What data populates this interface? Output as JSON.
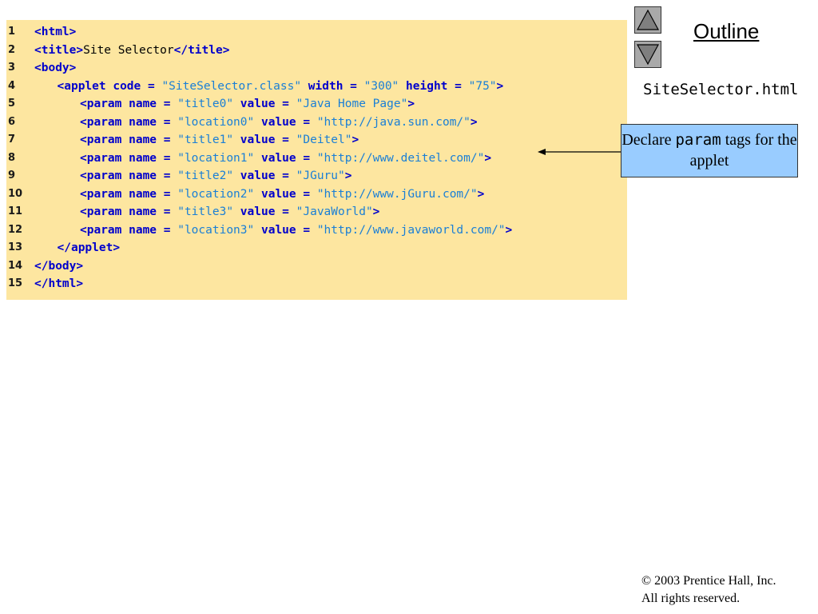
{
  "outline": {
    "title": "Outline",
    "up_icon": "triangle-up-icon",
    "down_icon": "triangle-down-icon"
  },
  "file_name": "SiteSelector.html",
  "callout": {
    "text_before": "Declare ",
    "code": "param",
    "text_after": " tags for the applet"
  },
  "copyright": {
    "line1": "© 2003 Prentice Hall, Inc.",
    "line2": "All rights reserved."
  },
  "code_lines": [
    {
      "num": "1",
      "indent": 0,
      "tokens": [
        {
          "t": "kw",
          "v": "<html>"
        }
      ]
    },
    {
      "num": "2",
      "indent": 0,
      "tokens": [
        {
          "t": "kw",
          "v": "<title>"
        },
        {
          "t": "plain",
          "v": "Site Selector"
        },
        {
          "t": "kw",
          "v": "</title>"
        }
      ]
    },
    {
      "num": "3",
      "indent": 0,
      "tokens": [
        {
          "t": "kw",
          "v": "<body>"
        }
      ]
    },
    {
      "num": "4",
      "indent": 1,
      "tokens": [
        {
          "t": "kw",
          "v": "<applet code = "
        },
        {
          "t": "str",
          "v": "\"SiteSelector.class\""
        },
        {
          "t": "kw",
          "v": " width = "
        },
        {
          "t": "str",
          "v": "\"300\""
        },
        {
          "t": "kw",
          "v": " height = "
        },
        {
          "t": "str",
          "v": "\"75\""
        },
        {
          "t": "kw",
          "v": ">"
        }
      ]
    },
    {
      "num": "5",
      "indent": 2,
      "tokens": [
        {
          "t": "kw",
          "v": "<param name = "
        },
        {
          "t": "str",
          "v": "\"title0\""
        },
        {
          "t": "kw",
          "v": " value = "
        },
        {
          "t": "str",
          "v": "\"Java Home Page\""
        },
        {
          "t": "kw",
          "v": ">"
        }
      ]
    },
    {
      "num": "6",
      "indent": 2,
      "tokens": [
        {
          "t": "kw",
          "v": "<param name = "
        },
        {
          "t": "str",
          "v": "\"location0\""
        },
        {
          "t": "kw",
          "v": " value = "
        },
        {
          "t": "str",
          "v": "\"http://java.sun.com/\""
        },
        {
          "t": "kw",
          "v": ">"
        }
      ]
    },
    {
      "num": "7",
      "indent": 2,
      "tokens": [
        {
          "t": "kw",
          "v": "<param name = "
        },
        {
          "t": "str",
          "v": "\"title1\""
        },
        {
          "t": "kw",
          "v": " value = "
        },
        {
          "t": "str",
          "v": "\"Deitel\""
        },
        {
          "t": "kw",
          "v": ">"
        }
      ]
    },
    {
      "num": "8",
      "indent": 2,
      "tokens": [
        {
          "t": "kw",
          "v": "<param name = "
        },
        {
          "t": "str",
          "v": "\"location1\""
        },
        {
          "t": "kw",
          "v": " value = "
        },
        {
          "t": "str",
          "v": "\"http://www.deitel.com/\""
        },
        {
          "t": "kw",
          "v": ">"
        }
      ]
    },
    {
      "num": "9",
      "indent": 2,
      "tokens": [
        {
          "t": "kw",
          "v": "<param name = "
        },
        {
          "t": "str",
          "v": "\"title2\""
        },
        {
          "t": "kw",
          "v": " value = "
        },
        {
          "t": "str",
          "v": "\"JGuru\""
        },
        {
          "t": "kw",
          "v": ">"
        }
      ]
    },
    {
      "num": "10",
      "indent": 2,
      "tokens": [
        {
          "t": "kw",
          "v": "<param name = "
        },
        {
          "t": "str",
          "v": "\"location2\""
        },
        {
          "t": "kw",
          "v": " value = "
        },
        {
          "t": "str",
          "v": "\"http://www.jGuru.com/\""
        },
        {
          "t": "kw",
          "v": ">"
        }
      ]
    },
    {
      "num": "11",
      "indent": 2,
      "tokens": [
        {
          "t": "kw",
          "v": "<param name = "
        },
        {
          "t": "str",
          "v": "\"title3\""
        },
        {
          "t": "kw",
          "v": " value = "
        },
        {
          "t": "str",
          "v": "\"JavaWorld\""
        },
        {
          "t": "kw",
          "v": ">"
        }
      ]
    },
    {
      "num": "12",
      "indent": 2,
      "tokens": [
        {
          "t": "kw",
          "v": "<param name = "
        },
        {
          "t": "str",
          "v": "\"location3\""
        },
        {
          "t": "kw",
          "v": " value = "
        },
        {
          "t": "str",
          "v": "\"http://www.javaworld.com/\""
        },
        {
          "t": "kw",
          "v": ">"
        }
      ]
    },
    {
      "num": "13",
      "indent": 1,
      "tokens": [
        {
          "t": "kw",
          "v": "</applet>"
        }
      ]
    },
    {
      "num": "14",
      "indent": 0,
      "tokens": [
        {
          "t": "kw",
          "v": "</body>"
        }
      ]
    },
    {
      "num": "15",
      "indent": 0,
      "tokens": [
        {
          "t": "kw",
          "v": "</html>"
        }
      ]
    }
  ]
}
